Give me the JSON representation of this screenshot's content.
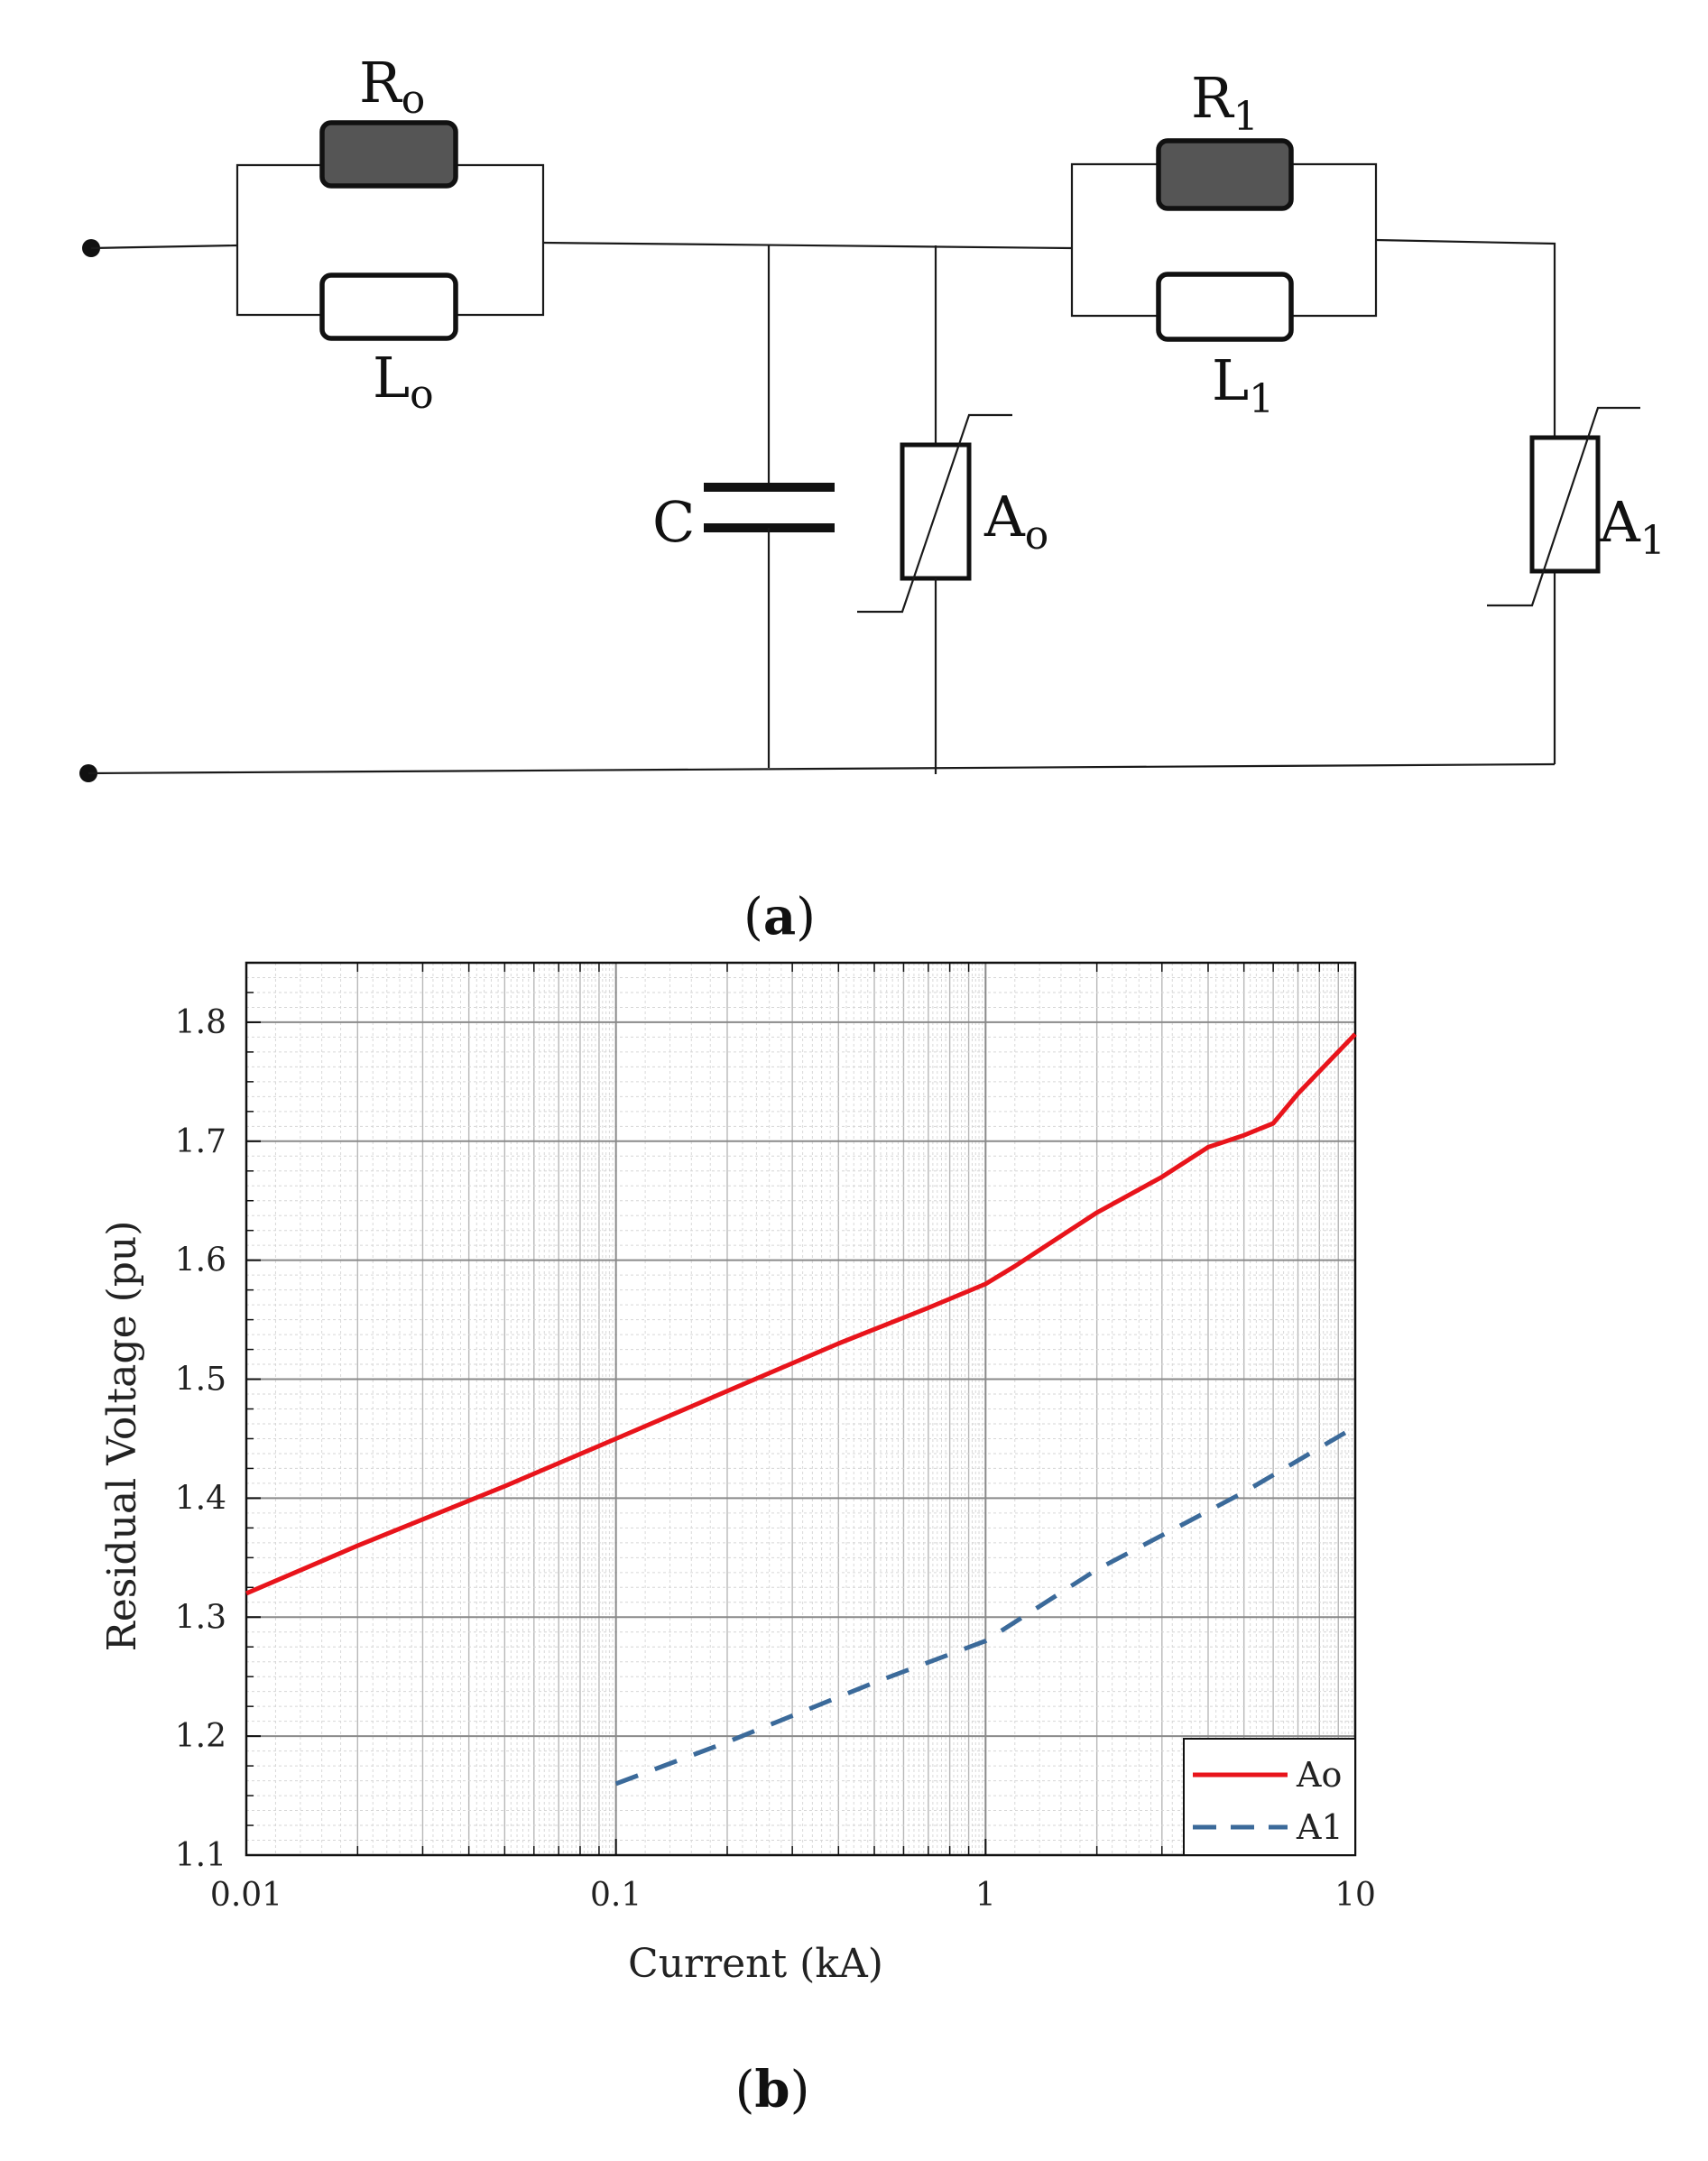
{
  "panel_a": {
    "label_prefix": "(",
    "label_letter": "a",
    "label_suffix": ")",
    "components": {
      "R0": {
        "main": "R",
        "sub": "o"
      },
      "L0": {
        "main": "L",
        "sub": "o"
      },
      "R1": {
        "main": "R",
        "sub": "1"
      },
      "L1": {
        "main": "L",
        "sub": "1"
      },
      "C": {
        "main": "C"
      },
      "A0": {
        "main": "A",
        "sub": "o"
      },
      "A1": {
        "main": "A",
        "sub": "1"
      }
    }
  },
  "panel_b": {
    "label_prefix": "(",
    "label_letter": "b",
    "label_suffix": ")"
  },
  "colors": {
    "Ao": "#e8141b",
    "A1": "#3b6a9a"
  },
  "chart_data": {
    "type": "line",
    "xlabel": "Current (kA)",
    "ylabel": "Residual Voltage (pu)",
    "xscale": "log",
    "xlim": [
      0.01,
      10
    ],
    "ylim": [
      1.1,
      1.85
    ],
    "xticks": [
      "0.01",
      "0.1",
      "1",
      "10"
    ],
    "yticks": [
      "1.1",
      "1.2",
      "1.3",
      "1.4",
      "1.5",
      "1.6",
      "1.7",
      "1.8"
    ],
    "grid": true,
    "legend_position": "bottom-right",
    "series": [
      {
        "name": "Ao",
        "style": "solid",
        "x": [
          0.01,
          0.02,
          0.05,
          0.1,
          0.2,
          0.4,
          0.7,
          1,
          1.2,
          2,
          3,
          4,
          5,
          6,
          7,
          10
        ],
        "y": [
          1.32,
          1.36,
          1.41,
          1.45,
          1.49,
          1.53,
          1.56,
          1.58,
          1.595,
          1.64,
          1.67,
          1.695,
          1.705,
          1.715,
          1.74,
          1.79
        ]
      },
      {
        "name": "A1",
        "style": "dashed",
        "x": [
          0.1,
          0.2,
          0.5,
          1,
          2,
          5,
          10
        ],
        "y": [
          1.16,
          1.195,
          1.245,
          1.28,
          1.34,
          1.405,
          1.46
        ]
      }
    ]
  }
}
